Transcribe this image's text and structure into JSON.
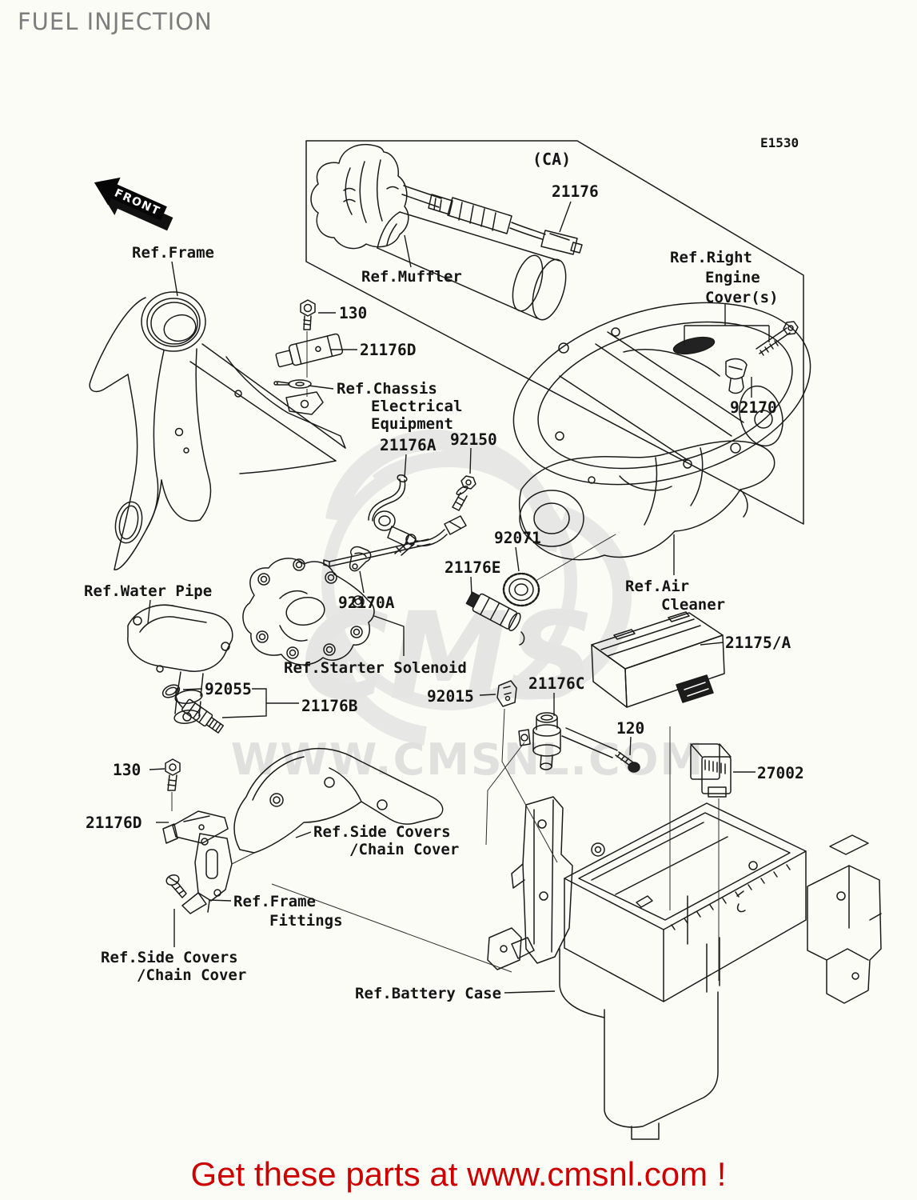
{
  "page": {
    "title": "FUEL INJECTION",
    "diagram_code": "E1530",
    "background": "#fcfcf7"
  },
  "footer": {
    "text": "Get these parts at www.cmsnl.com !",
    "color": "#cc0000"
  },
  "watermark": {
    "logo": "CMS",
    "url": "WWW.CMSNL.COM",
    "color": "#e5e5e3"
  },
  "markers": {
    "front": "FRONT",
    "inset_variant": "(CA)"
  },
  "part_numbers": {
    "oxygen_sensor": "21176",
    "bolt_top": "130",
    "sensor_21176d_top": "21176D",
    "screw_92170": "92170",
    "hose_21176a": "21176A",
    "bolt_92150": "92150",
    "grommet_92071": "92071",
    "sensor_21176e": "21176E",
    "clamp_92170a": "92170A",
    "ecu_21175": "21175/A",
    "oring_92055": "92055",
    "sensor_21176b": "21176B",
    "clamp_92015": "92015",
    "valve_21176c": "21176C",
    "bolt_120": "120",
    "relay_27002": "27002",
    "bolt_bottom": "130",
    "sensor_21176d_bottom": "21176D"
  },
  "references": {
    "frame": "Ref.Frame",
    "muffler": "Ref.Muffler",
    "right_engine_cover": [
      "Ref.Right",
      "Engine",
      "Cover(s)"
    ],
    "chassis_electrical": [
      "Ref.Chassis",
      "Electrical",
      "Equipment"
    ],
    "water_pipe": "Ref.Water Pipe",
    "air_cleaner": [
      "Ref.Air",
      "Cleaner"
    ],
    "starter_solenoid": "Ref.Starter Solenoid",
    "side_covers_upper": [
      "Ref.Side Covers",
      "/Chain Cover"
    ],
    "frame_fittings": [
      "Ref.Frame",
      "Fittings"
    ],
    "side_covers_lower": [
      "Ref.Side Covers",
      "/Chain Cover"
    ],
    "battery_case": "Ref.Battery Case"
  }
}
